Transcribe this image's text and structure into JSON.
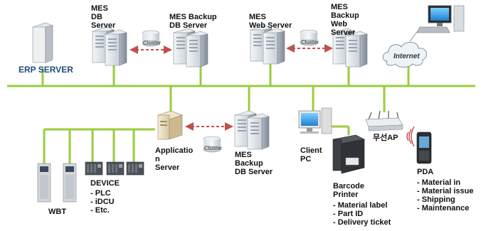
{
  "nodes": {
    "erp_server": "ERP SERVER",
    "mes_db_server": [
      "MES",
      "DB",
      "Server"
    ],
    "mes_backup_db_server_top": [
      "MES Backup",
      "DB Server"
    ],
    "mes_web_server": [
      "MES",
      "Web Server"
    ],
    "mes_backup_web_server": [
      "MES",
      "Backup",
      "Web",
      "Server"
    ],
    "internet": "Internet",
    "application_server": [
      "Applicatio",
      "n",
      "Server"
    ],
    "mes_backup_db_server_bottom": [
      "MES",
      "Backup",
      "DB Server"
    ],
    "client_pc": [
      "Client",
      "PC"
    ],
    "wireless_ap": "무선AP",
    "wbt": "WBT",
    "device": {
      "title": "DEVICE",
      "items": [
        "PLC",
        "iDCU",
        "Etc."
      ]
    },
    "barcode_printer": {
      "title": [
        "Barcode",
        "Printer"
      ],
      "items": [
        "Material label",
        "Part ID",
        "Delivery ticket"
      ]
    },
    "pda": {
      "title": "PDA",
      "items": [
        "Material in",
        "Material issue",
        "Shipping",
        "Maintenance"
      ]
    }
  },
  "cluster_label": "Cluster",
  "colors": {
    "network_line": "#9acd3c",
    "cluster_arrow": "#c0504d",
    "erp_text": "#1f4e79"
  }
}
